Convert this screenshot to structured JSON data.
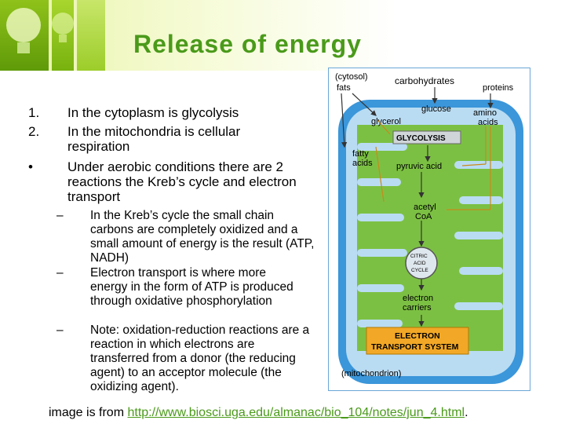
{
  "slide": {
    "title": "Release of energy"
  },
  "list": [
    {
      "marker": "1.",
      "text": "In the cytoplasm is glycolysis"
    },
    {
      "marker": "2.",
      "text": "In the mitochondria is cellular respiration"
    },
    {
      "marker": "•",
      "text": "Under aerobic conditions there are 2 reactions the Kreb’s cycle and electron transport"
    }
  ],
  "sublist": [
    {
      "marker": "–",
      "text": "In the Kreb’s cycle the small chain carbons are completely oxidized and a small amount of energy is the result (ATP, NADH)"
    },
    {
      "marker": "–",
      "text": "Electron transport is where more energy in the form of ATP is produced through oxidative phosphorylation"
    },
    {
      "marker": "–",
      "text": "Note: oxidation-reduction reactions are a reaction in which electrons are transferred from a donor (the reducing agent) to an acceptor molecule (the oxidizing agent)."
    }
  ],
  "diagram": {
    "cytosol": "(cytosol)",
    "fats": "fats",
    "carbohydrates": "carbohydrates",
    "proteins": "proteins",
    "glucose": "glucose",
    "glycerol": "glycerol",
    "amino_acids_1": "amino",
    "amino_acids_2": "acids",
    "glycolysis": "GLYCOLYSIS",
    "fatty_acids_1": "fatty",
    "fatty_acids_2": "acids",
    "pyruvic_acid": "pyruvic acid",
    "acetyl_1": "acetyl",
    "acetyl_2": "CoA",
    "citric_1": "CITRIC",
    "citric_2": "ACID",
    "citric_3": "CYCLE",
    "carriers_1": "electron",
    "carriers_2": "carriers",
    "ets_1": "ELECTRON",
    "ets_2": "TRANSPORT SYSTEM",
    "mitochondrion": "(mitochondrion)"
  },
  "caption": {
    "prefix": "image is from ",
    "link": "http://www.biosci.uga.edu/almanac/bio_104/notes/jun_4.html",
    "suffix": "."
  },
  "colors": {
    "title": "#4a9a1a",
    "mito_outer": "#2f8fd6",
    "mito_inner": "#7ac142",
    "ets_box": "#f2a826",
    "arrow": "#c98a1a"
  }
}
